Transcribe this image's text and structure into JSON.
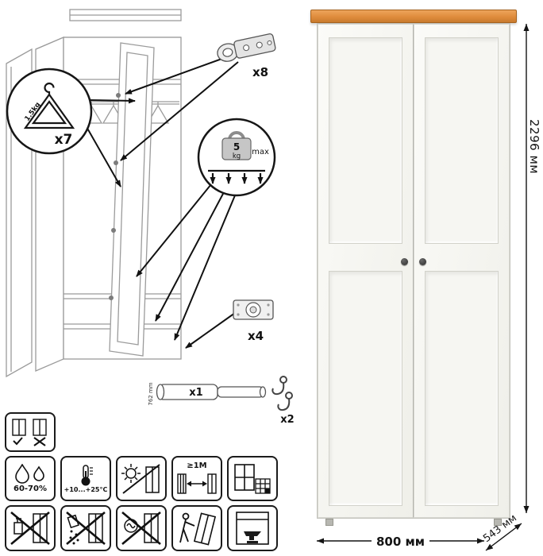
{
  "assembly": {
    "hanger_callout": {
      "count": "x7",
      "capacity": "1.5kg"
    },
    "hinges": {
      "count": "x8"
    },
    "shelf_load": {
      "value": "5",
      "unit": "kg",
      "qualifier": "max"
    },
    "feet": {
      "count": "x4"
    },
    "rod": {
      "count": "x1",
      "length": "762 mm"
    },
    "hooks": {
      "count": "x2"
    }
  },
  "pictograms": {
    "care": {
      "icon": "care-comparison-icon"
    },
    "humidity": {
      "icon": "water-drops-icon",
      "label": "60-70%"
    },
    "temperature": {
      "icon": "thermometer-icon",
      "label": "+10...+25°C"
    },
    "sunlight": {
      "icon": "sun-shade-icon"
    },
    "distance": {
      "icon": "heater-distance-icon",
      "label": "≥1M"
    },
    "ventilation": {
      "icon": "window-ventilation-icon"
    },
    "no_wet_cleaning": {
      "icon": "no-wet-cleaning-icon"
    },
    "no_abrasives": {
      "icon": "no-abrasives-icon"
    },
    "no_solvents": {
      "icon": "no-solvents-icon"
    },
    "no_dragging": {
      "icon": "no-dragging-icon"
    },
    "no_overload": {
      "icon": "anvil-in-cabinet-icon"
    }
  },
  "product": {
    "dimensions": {
      "height": "2296 мм",
      "width": "800 мм",
      "depth": "543 мм"
    },
    "colors": {
      "top_board": "#DF8C3C",
      "body": "#F5F5F1",
      "knob": "#3A3A3A"
    }
  }
}
